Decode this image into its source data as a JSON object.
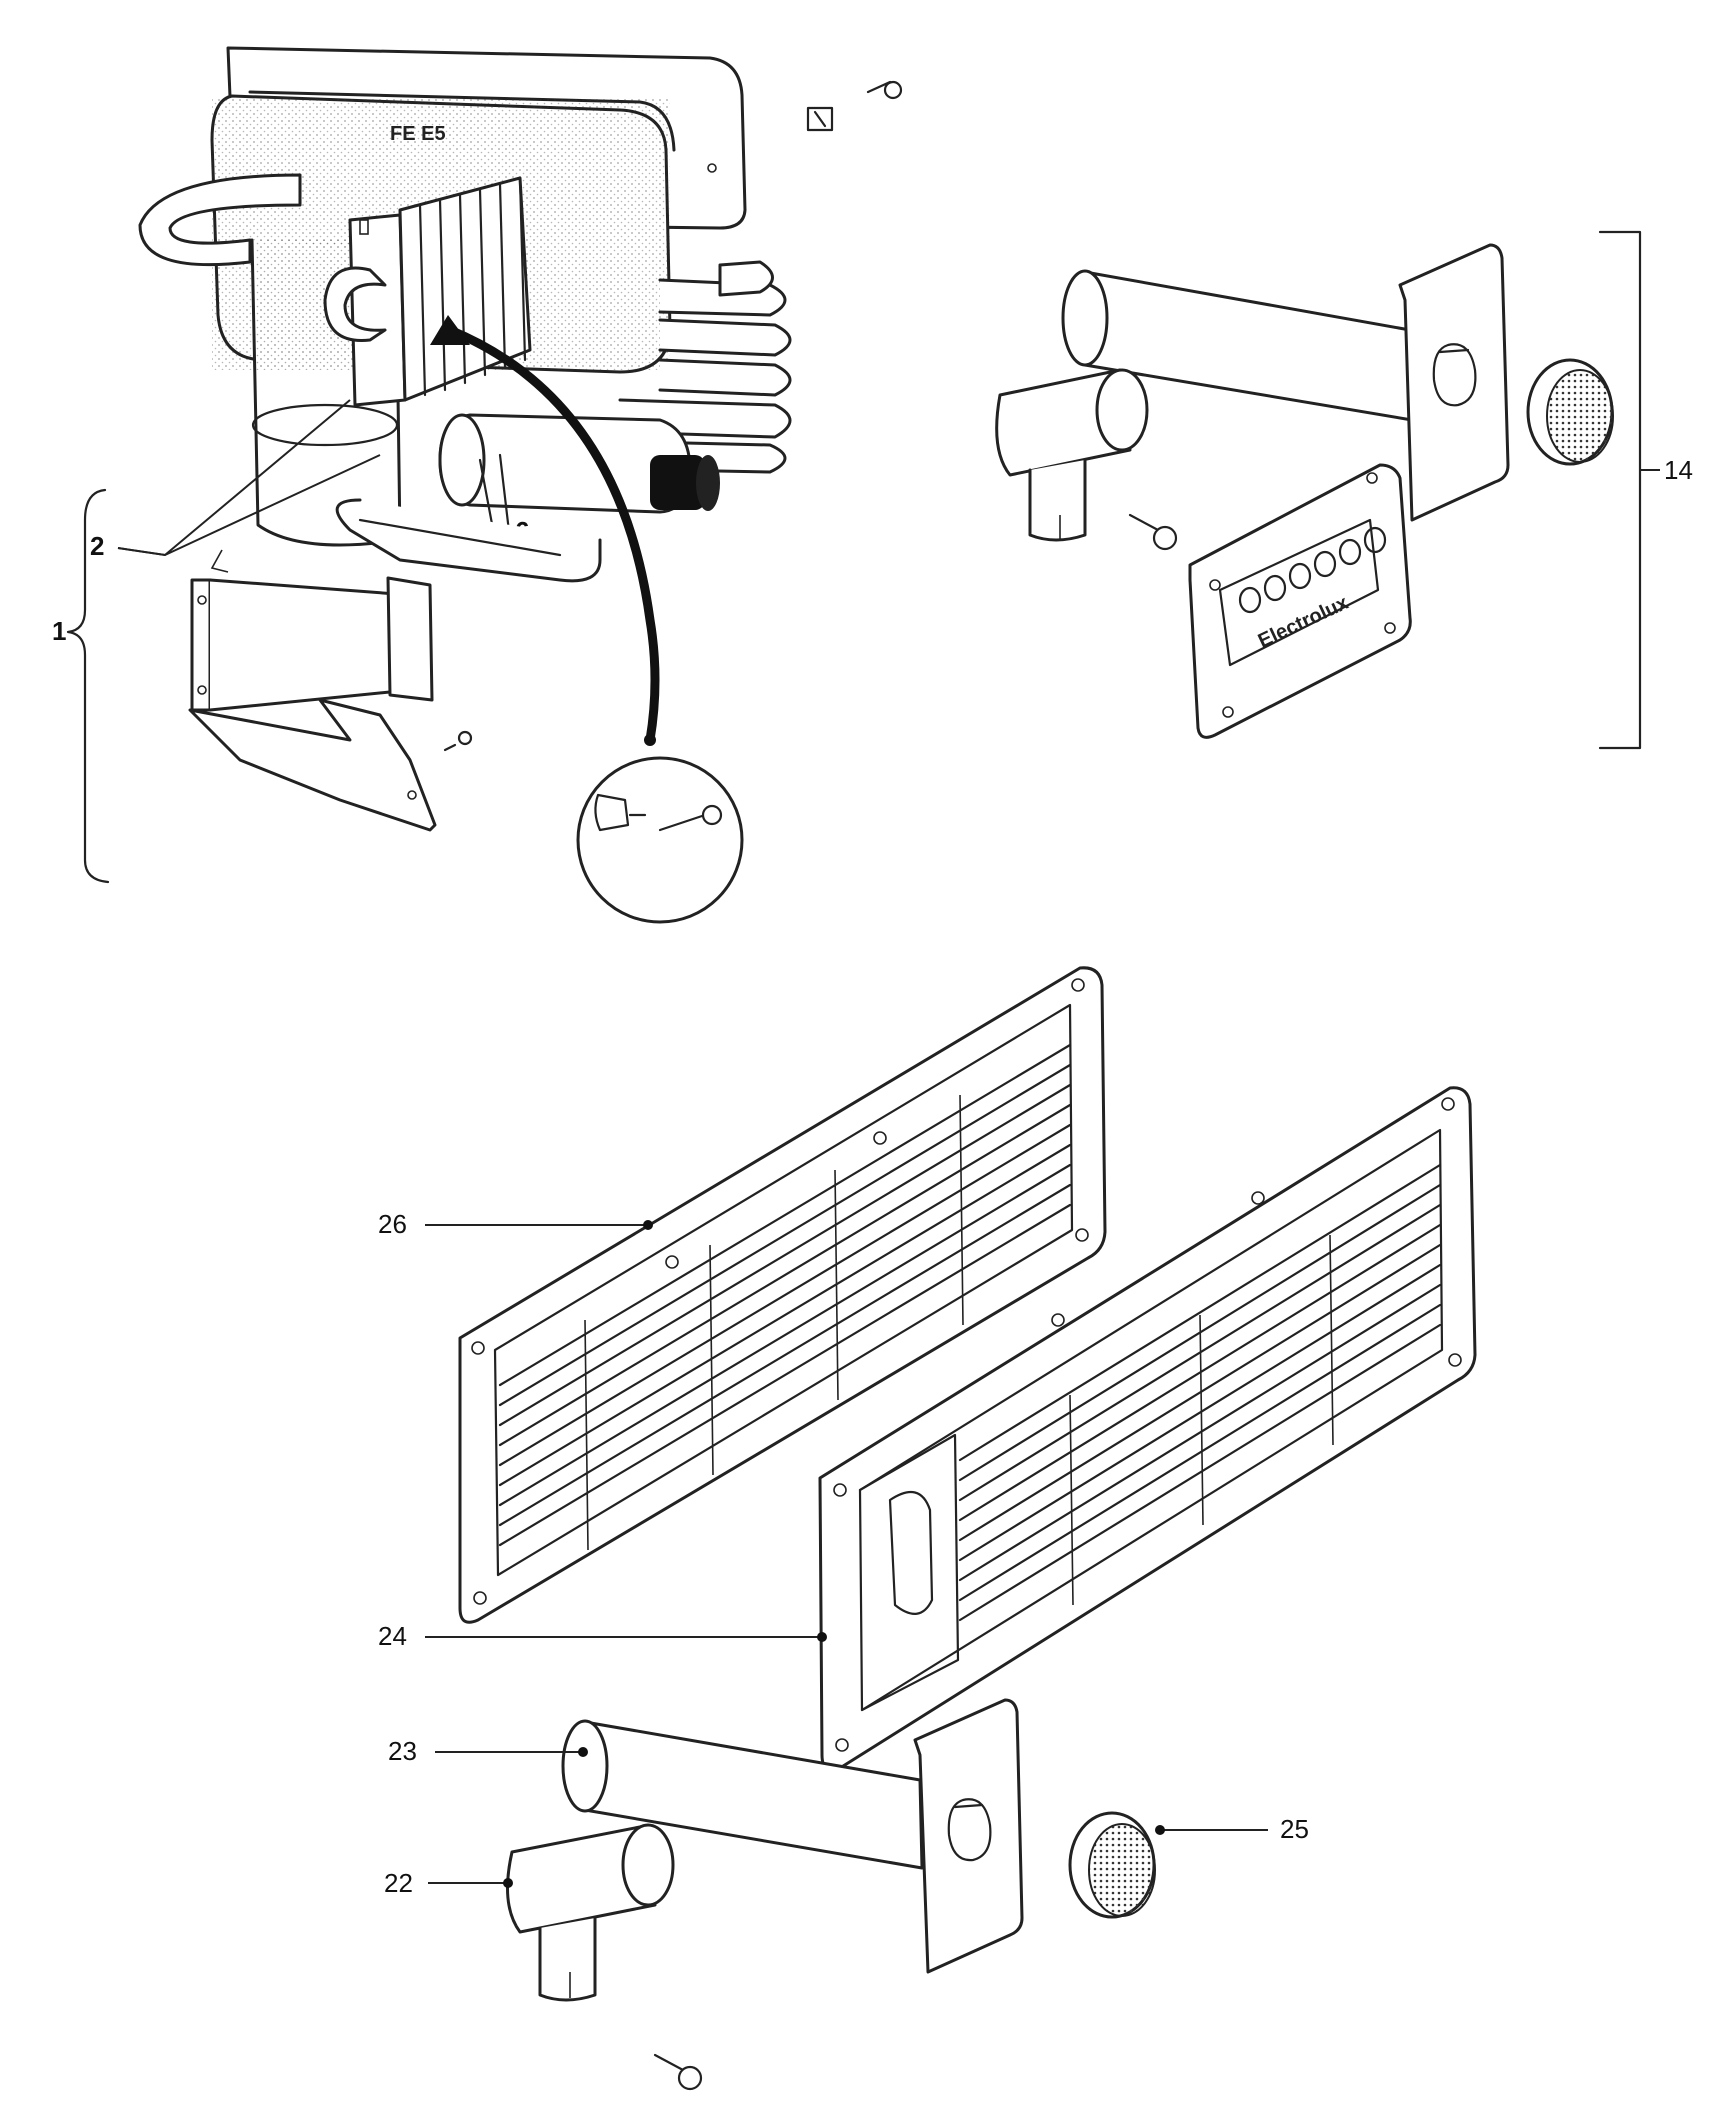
{
  "callouts": {
    "c1": "1",
    "c2": "2",
    "c14": "14",
    "c22": "22",
    "c23": "23",
    "c24": "24",
    "c25": "25",
    "c26": "26"
  },
  "brand_text": "Electrolux",
  "colors": {
    "line": "#222222",
    "background": "#ffffff"
  }
}
